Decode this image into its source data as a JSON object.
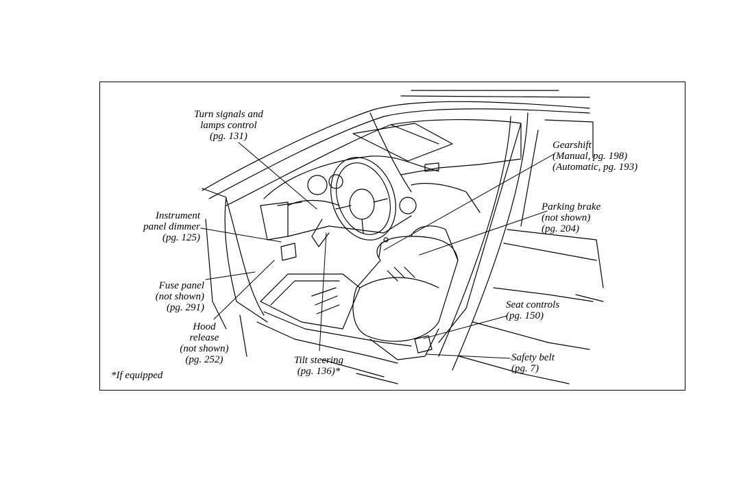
{
  "labels": {
    "turn_signals": [
      "Turn signals and",
      "lamps control",
      "(pg. 131)"
    ],
    "instrument_dimmer": [
      "Instrument",
      "panel dimmer",
      "(pg. 125)"
    ],
    "fuse_panel": [
      "Fuse panel",
      "(not shown)",
      "(pg. 291)"
    ],
    "hood_release": [
      "Hood",
      "release",
      "(not shown)",
      "(pg. 252)"
    ],
    "tilt_steering": [
      "Tilt steering",
      "(pg. 136)*"
    ],
    "gearshift": [
      "Gearshift",
      "(Manual, pg. 198)",
      "(Automatic, pg. 193)"
    ],
    "parking_brake": [
      "Parking brake",
      "(not shown)",
      "(pg. 204)"
    ],
    "seat_controls": [
      "Seat controls",
      "(pg. 150)"
    ],
    "safety_belt": [
      "Safety belt",
      "(pg. 7)"
    ],
    "footnote": "*If equipped"
  },
  "colors": {
    "ink": "#000000",
    "paper": "#ffffff"
  }
}
